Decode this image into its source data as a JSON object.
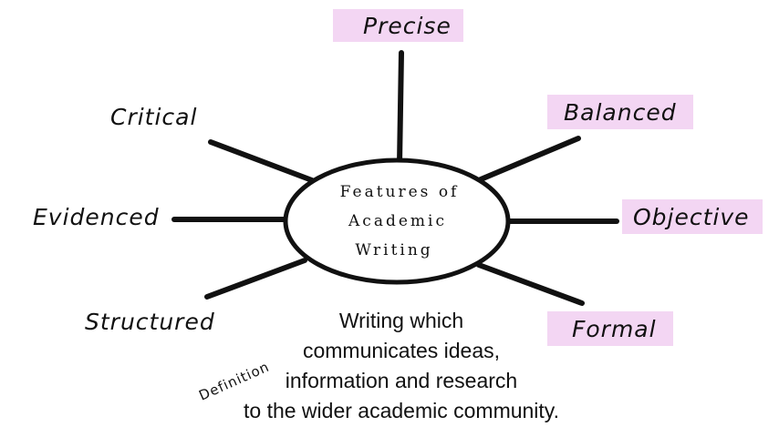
{
  "center": {
    "line1": "Features of",
    "line2": "Academic",
    "line3": "Writing"
  },
  "features": {
    "precise": "Precise",
    "balanced": "Balanced",
    "objective": "Objective",
    "formal": "Formal",
    "critical": "Critical",
    "evidenced": "Evidenced",
    "structured": "Structured"
  },
  "highlighted": [
    "Precise",
    "Balanced",
    "Objective",
    "Formal"
  ],
  "highlight_color": "#f3d6f3",
  "definition": {
    "label": "Definition",
    "lines": [
      "Writing which",
      "communicates ideas,",
      "information and research",
      "to the wider academic community."
    ]
  }
}
